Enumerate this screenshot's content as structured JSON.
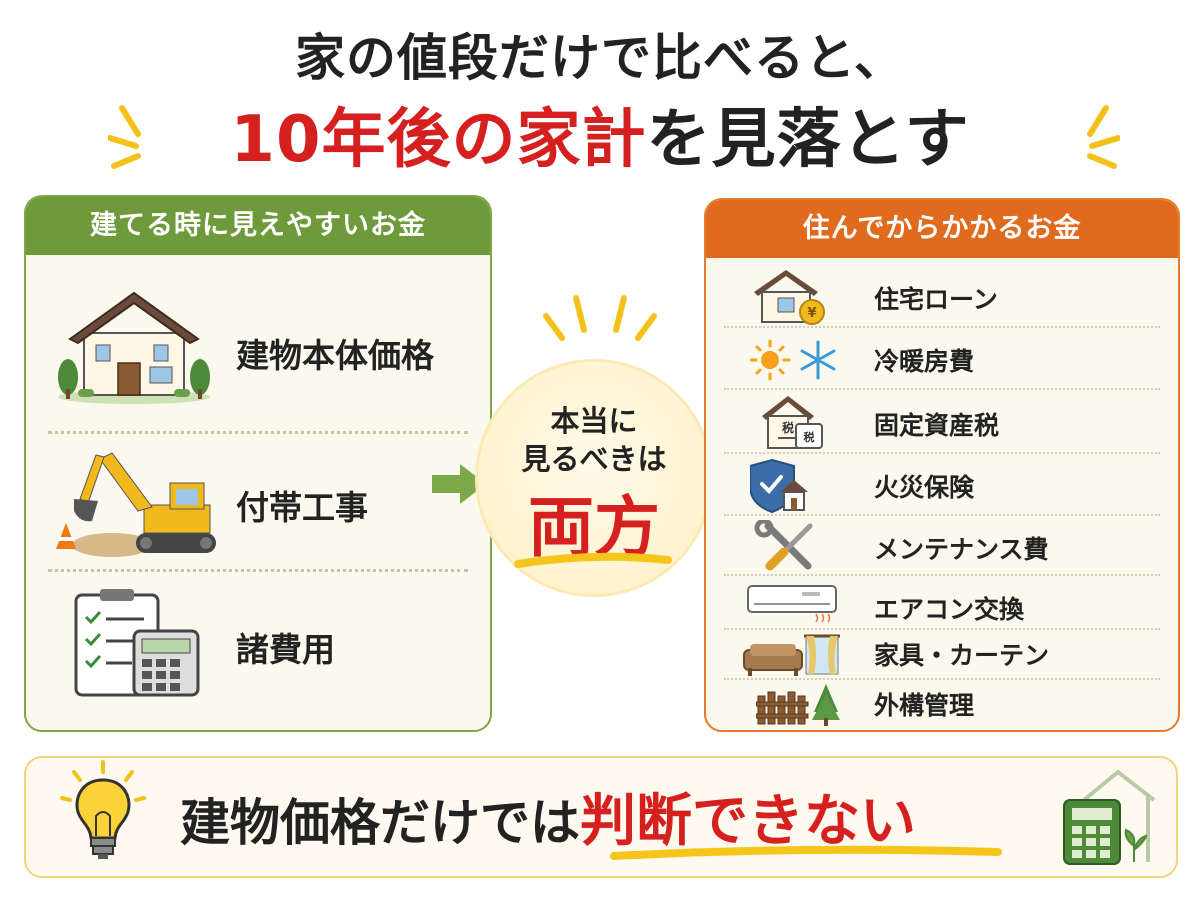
{
  "headline": {
    "line1": "家の値段だけで比べると、",
    "line2_red": "10年後の家計",
    "line2_rest": "を見落とす"
  },
  "left_panel": {
    "title": "建てる時に見えやすいお金",
    "items": [
      {
        "label": "建物本体価格",
        "icon": "house-icon"
      },
      {
        "label": "付帯工事",
        "icon": "excavator-icon"
      },
      {
        "label": "諸費用",
        "icon": "checklist-calculator-icon"
      }
    ]
  },
  "center": {
    "line1": "本当に",
    "line2": "見るべきは",
    "emphasis": "両方"
  },
  "right_panel": {
    "title": "住んでからかかるお金",
    "items": [
      {
        "label": "住宅ローン",
        "icon": "house-yen-icon"
      },
      {
        "label": "冷暖房費",
        "icon": "sun-snowflake-icon"
      },
      {
        "label": "固定資産税",
        "icon": "tax-house-icon",
        "icon_text_1": "税",
        "icon_text_2": "税"
      },
      {
        "label": "火災保険",
        "icon": "shield-house-icon"
      },
      {
        "label": "メンテナンス費",
        "icon": "tools-icon"
      },
      {
        "label": "エアコン交換",
        "icon": "air-conditioner-icon"
      },
      {
        "label": "家具・カーテン",
        "icon": "sofa-curtain-icon"
      },
      {
        "label": "外構管理",
        "icon": "fence-tree-icon"
      }
    ]
  },
  "banner": {
    "text": "建物価格だけでは",
    "emphasis": "判断できない"
  },
  "colors": {
    "accent_red": "#d61f1f",
    "left_green": "#6f9a3c",
    "right_orange": "#e06a1d",
    "highlight_yellow": "#f6c51c"
  }
}
